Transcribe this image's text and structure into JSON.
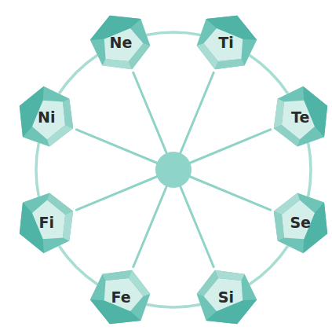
{
  "diagram": {
    "nodes": [
      {
        "text": [
          "Ne"
        ]
      },
      {
        "text": [
          "Ti"
        ]
      },
      {
        "text": [
          "Te"
        ]
      },
      {
        "text": [
          "Se"
        ]
      },
      {
        "text": [
          "Si"
        ]
      },
      {
        "text": [
          "Fe"
        ]
      },
      {
        "text": [
          "Fi"
        ]
      },
      {
        "text": [
          "Ni"
        ]
      }
    ],
    "edges": [
      {
        "from": 0,
        "to": 1,
        "arrow": "none"
      },
      {
        "from": 1,
        "to": 2,
        "arrow": "none"
      },
      {
        "from": 2,
        "to": 3,
        "arrow": "none"
      },
      {
        "from": 3,
        "to": 4,
        "arrow": "none"
      },
      {
        "from": 4,
        "to": 5,
        "arrow": "none"
      },
      {
        "from": 5,
        "to": 6,
        "arrow": "none"
      },
      {
        "from": 6,
        "to": 7,
        "arrow": "none"
      },
      {
        "from": 7,
        "to": 0,
        "arrow": "none"
      }
    ]
  }
}
